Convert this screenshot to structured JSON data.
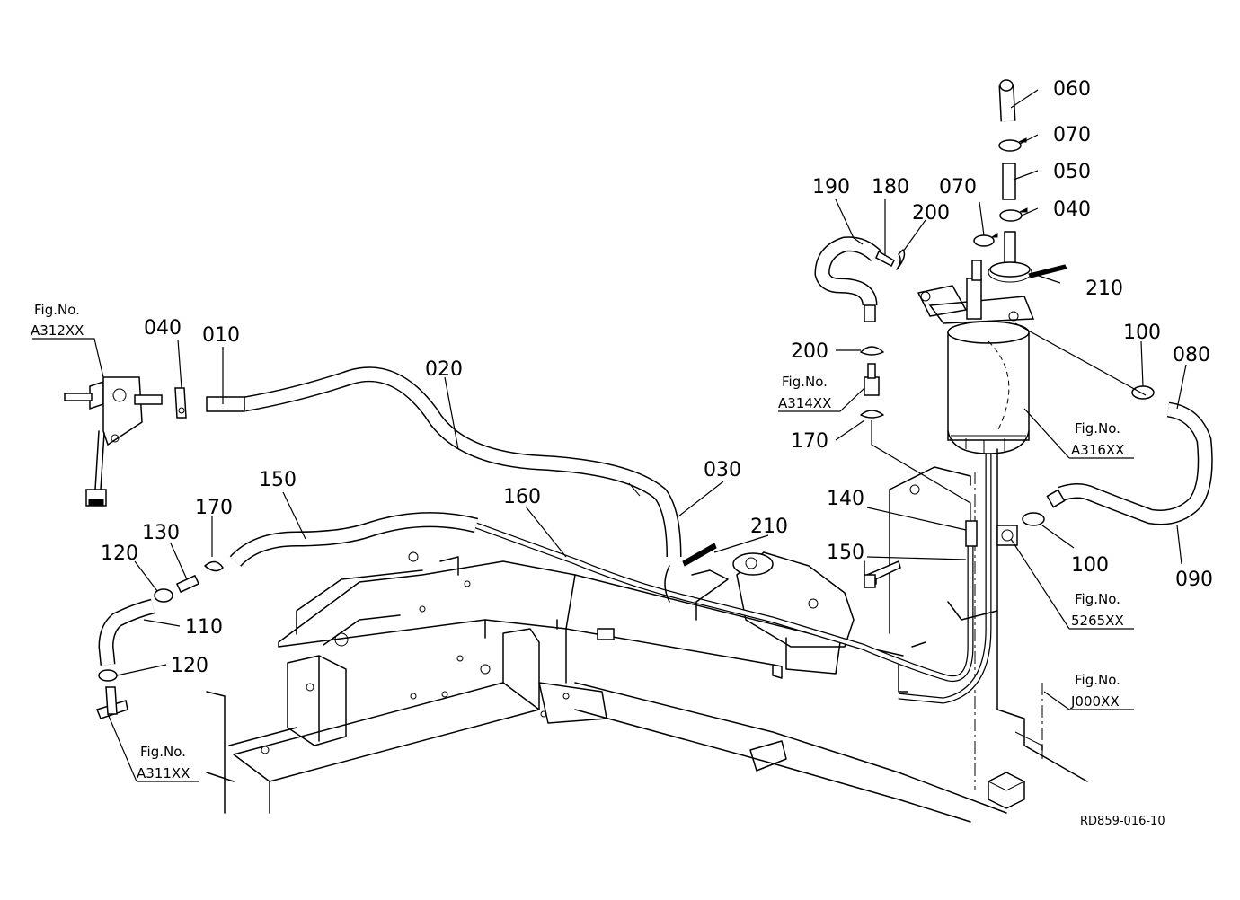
{
  "part_callouts": [
    "060",
    "070",
    "050",
    "040",
    "070",
    "190",
    "180",
    "200",
    "210",
    "010",
    "040",
    "020",
    "100",
    "080",
    "200",
    "170",
    "150",
    "160",
    "030",
    "210",
    "140",
    "150",
    "100",
    "090",
    "130",
    "170",
    "120",
    "110",
    "120"
  ],
  "figure_references": [
    {
      "label": "Fig.No.",
      "code": "A312XX"
    },
    {
      "label": "Fig.No.",
      "code": "A314XX"
    },
    {
      "label": "Fig.No.",
      "code": "A316XX"
    },
    {
      "label": "Fig.No.",
      "code": "5265XX"
    },
    {
      "label": "Fig.No.",
      "code": "J000XX"
    },
    {
      "label": "Fig.No.",
      "code": "A311XX"
    }
  ],
  "drawing_code": "RD859-016-10",
  "colors": {
    "line": "#000000",
    "background": "#ffffff"
  }
}
